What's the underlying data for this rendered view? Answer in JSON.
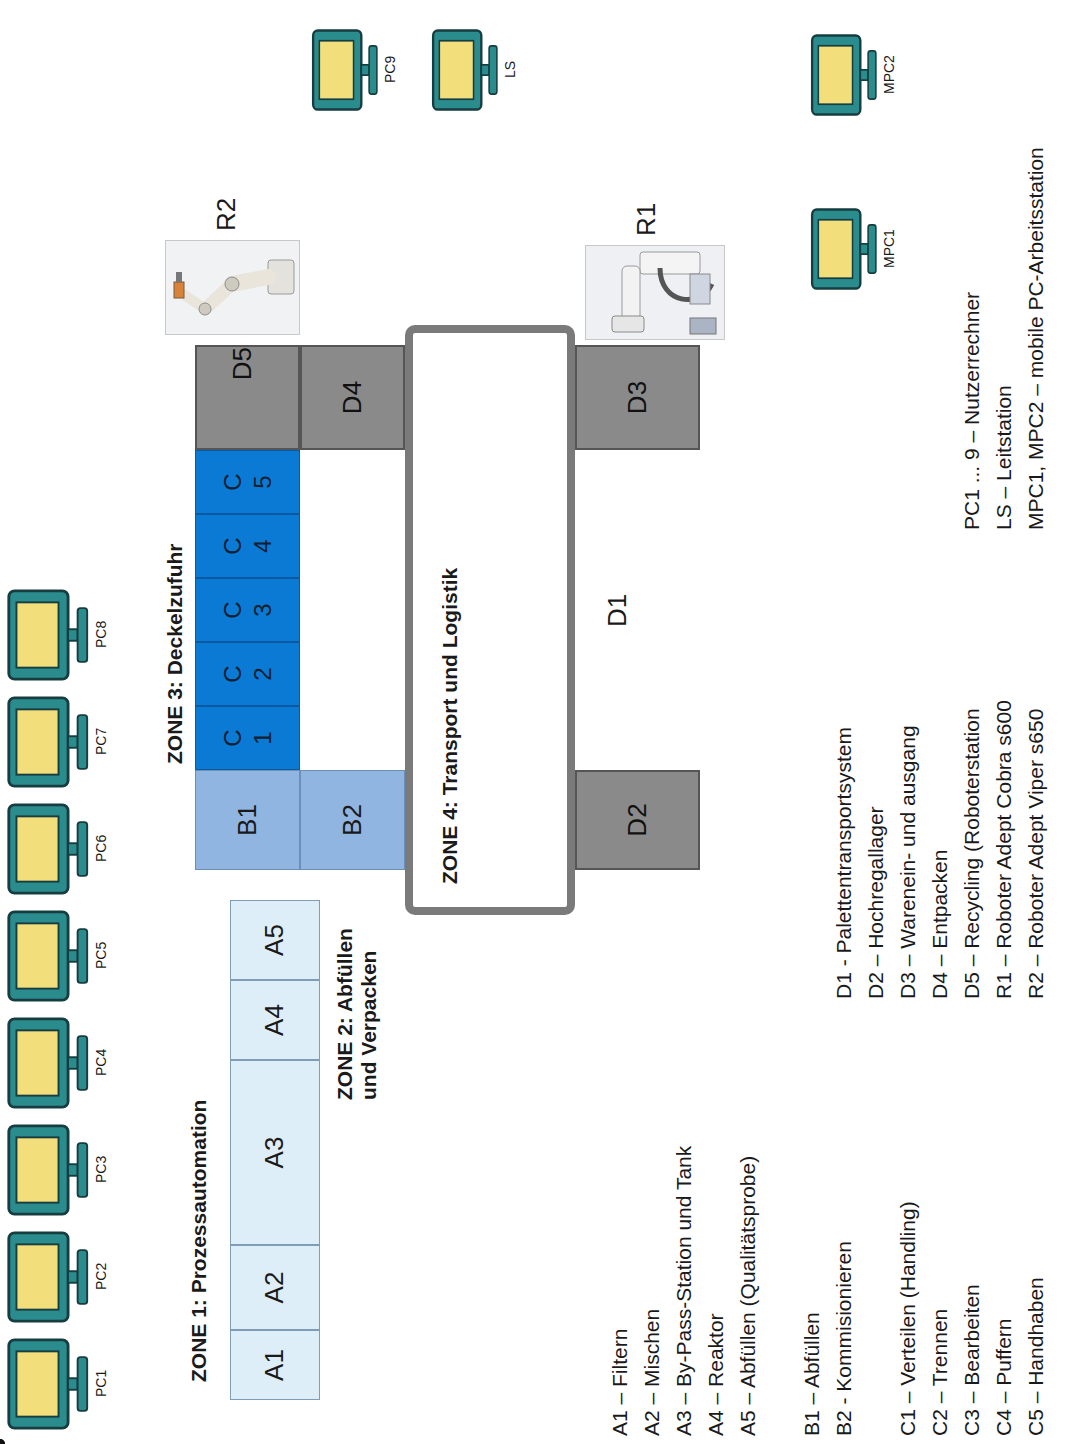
{
  "diagram": {
    "nodes": [
      {
        "text": [
          "A1"
        ]
      },
      {
        "text": [
          "A2"
        ]
      },
      {
        "text": [
          "A3"
        ]
      },
      {
        "text": [
          "A4"
        ]
      },
      {
        "text": [
          "A5"
        ]
      },
      {
        "text": [
          "B1"
        ]
      },
      {
        "text": [
          "C 1"
        ]
      },
      {
        "text": [
          "C 2"
        ]
      },
      {
        "text": [
          "C 3"
        ]
      },
      {
        "text": [
          "C 4"
        ]
      },
      {
        "text": [
          "C 5"
        ]
      },
      {
        "text": [
          "D5"
        ]
      },
      {
        "text": [
          "R2"
        ]
      },
      {
        "text": [
          "B2"
        ]
      },
      {
        "text": [
          "D4"
        ]
      },
      {
        "text": [
          "D1"
        ]
      },
      {
        "text": [
          "D2"
        ]
      },
      {
        "text": [
          "D3"
        ]
      },
      {
        "text": [
          "R1"
        ]
      }
    ],
    "edges": [
      {
        "from": 12,
        "to": 11,
        "arrow": "none"
      },
      {
        "from": 18,
        "to": 17,
        "arrow": "none"
      }
    ],
    "labels": [
      "ZONE 1: Prozessautomation",
      "ZONE 2: Abfüllen und Verpacken",
      "ZONE 3: Deckelzufuhr",
      "ZONE 4: Transport und Logistik",
      "PC1",
      "PC2",
      "PC3",
      "PC4",
      "PC5",
      "PC6",
      "PC7",
      "PC8",
      "PC9",
      "LS",
      "MPC1",
      "MPC2",
      "A1 – Filtern",
      "A2 – Mischen",
      "A3 – By-Pass-Station und Tank",
      "A4 – Reaktor",
      "A5 – Abfüllen (Qualitätsprobe)",
      "B1 – Abfüllen",
      "B2 - Kommisionieren",
      "C1 – Verteilen (Handling)",
      "C2 – Trennen",
      "C3 – Bearbeiten",
      "C4 – Puffern",
      "C5 – Handhaben",
      "D1 - Palettentransportsystem",
      "D2 – Hochregallager",
      "D3 – Warenein- und ausgang",
      "D4 – Entpacken",
      "D5 – Recycling (Roboterstation",
      "R1 – Roboter Adept Cobra s600",
      "R2 – Roboter Adept Viper s650",
      "PC1 ... 9 – Nutzerrechner",
      "LS – Leitstation",
      "MPC1, MPC2 – mobile PC-Arbeitsstation"
    ]
  }
}
